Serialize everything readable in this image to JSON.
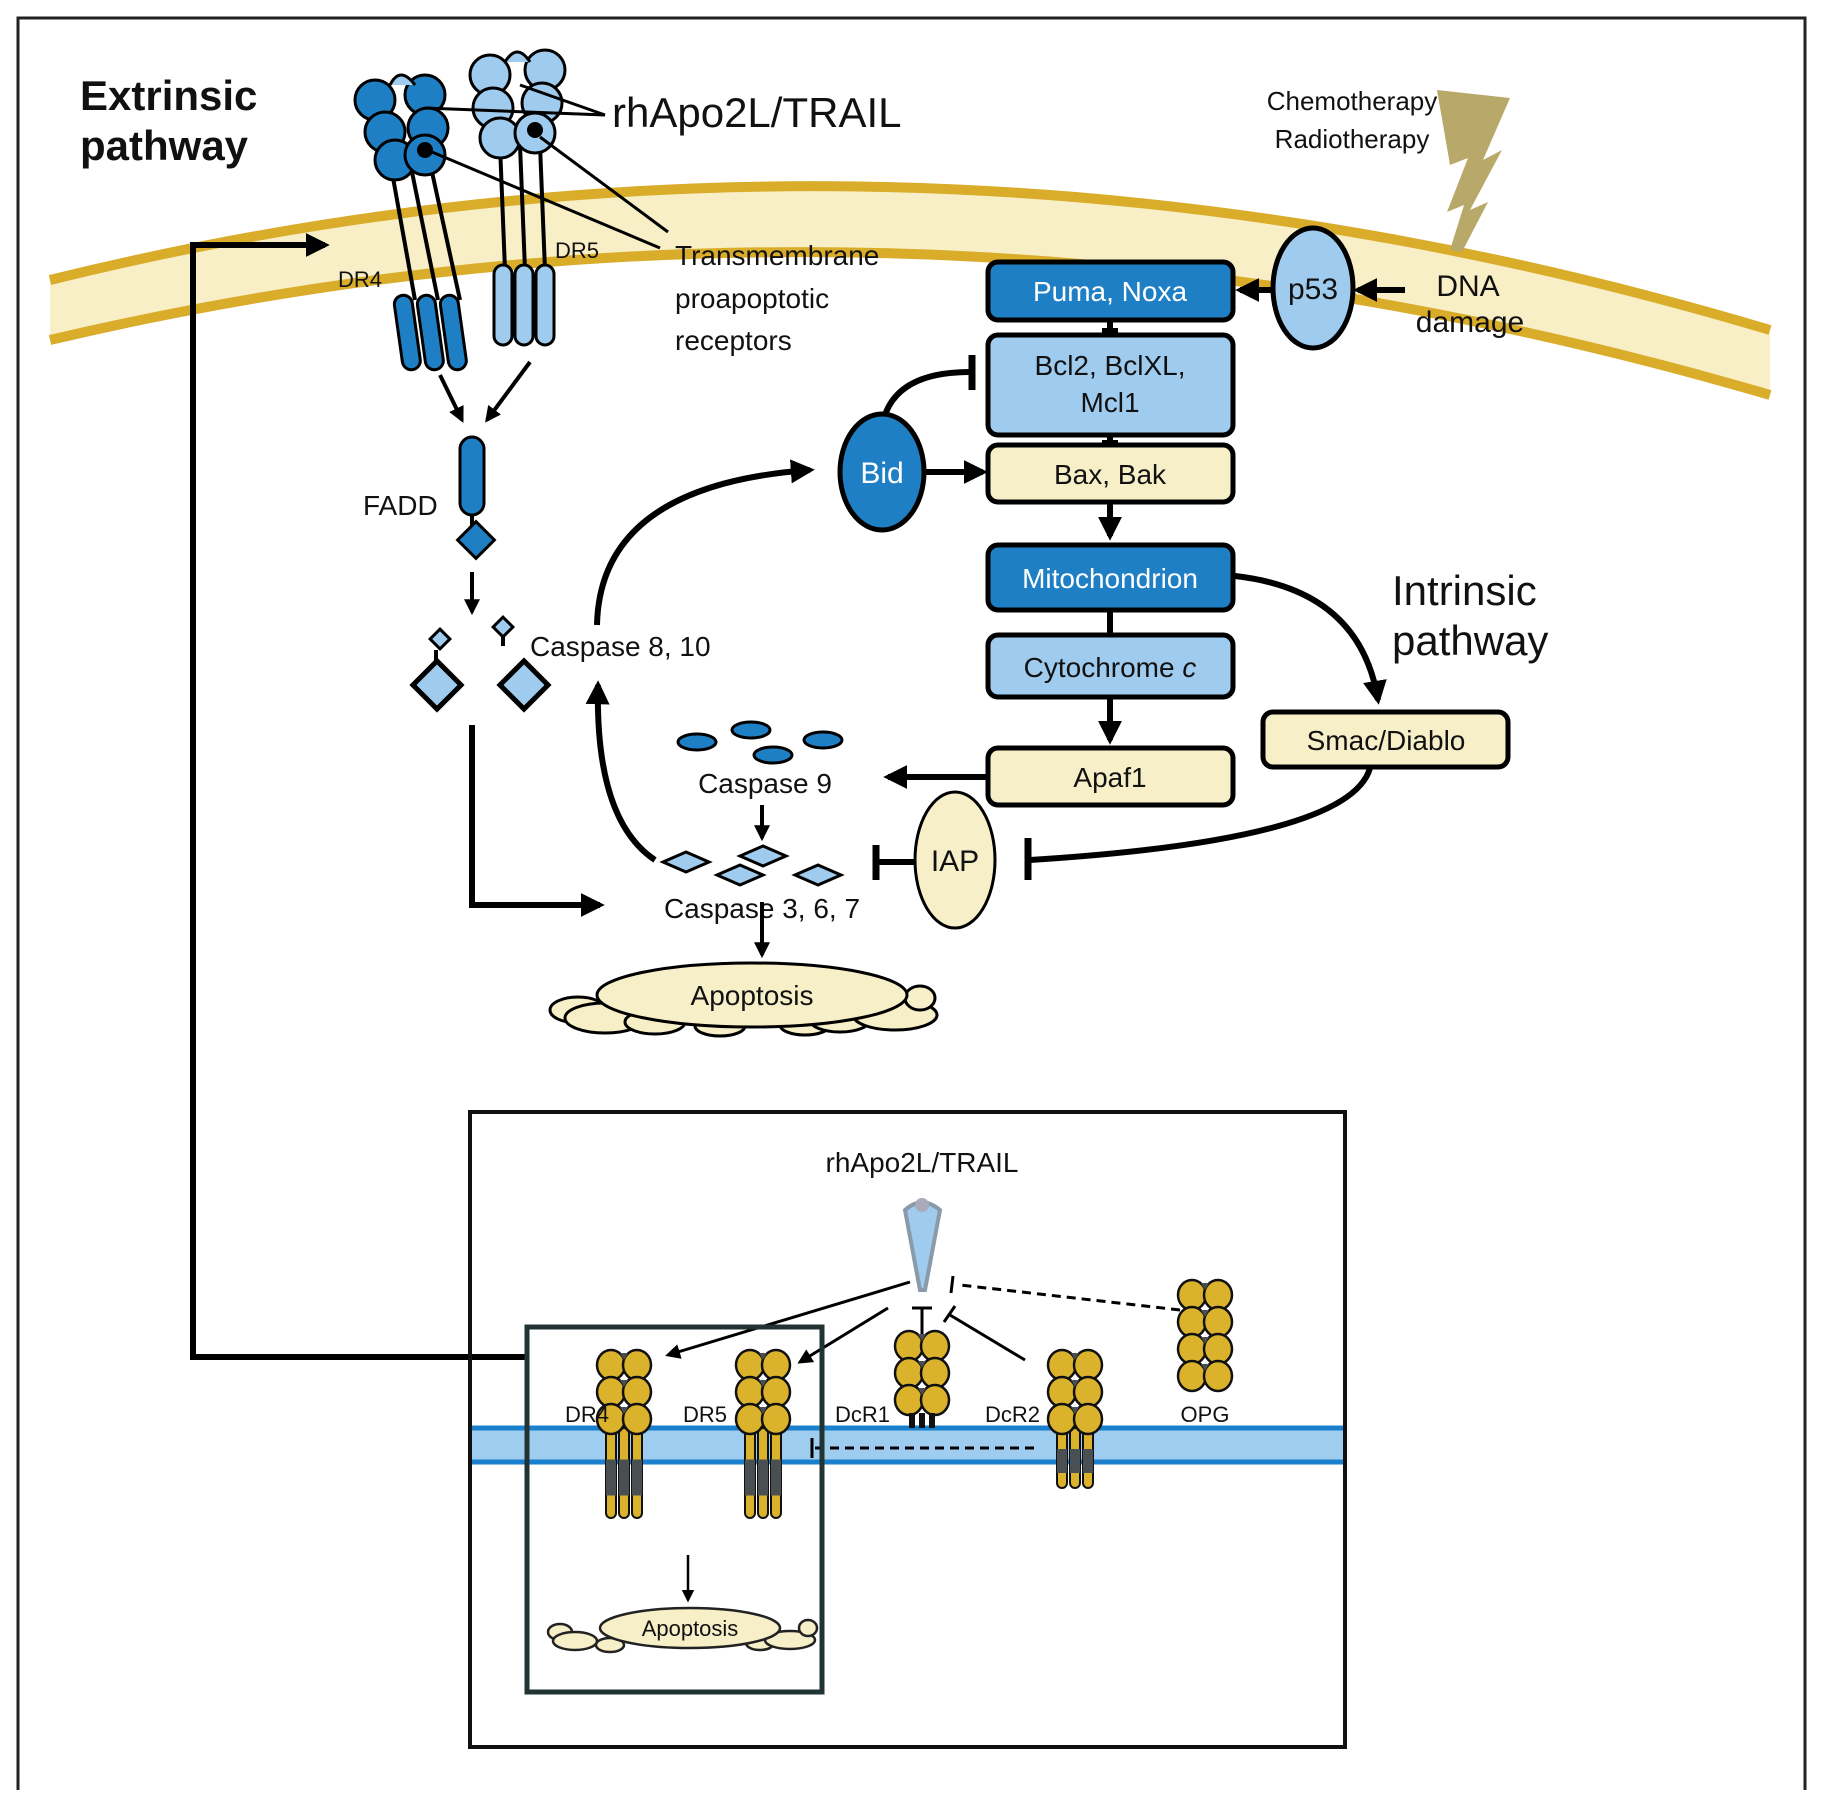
{
  "colors": {
    "dark_blue": "#1f7fc4",
    "light_blue": "#9fcbee",
    "cream": "#f7efc8",
    "membrane_gold": "#d9ac2a",
    "membrane_fill": "#f8efc6",
    "receptor_yellow": "#dbb22c",
    "cell_membrane_blue": "#1a7fcc",
    "cell_membrane_fill": "#9fcdf0",
    "lightning": "#b8a96a"
  },
  "labels": {
    "extrinsic_line1": "Extrinsic",
    "extrinsic_line2": "pathway",
    "ligand": "rhApo2L/TRAIL",
    "chemo": "Chemotherapy",
    "radio": "Radiotherapy",
    "dr4": "DR4",
    "dr5": "DR5",
    "transmembrane_line1": "Transmembrane",
    "transmembrane_line2": "proapoptotic",
    "transmembrane_line3": "receptors",
    "fadd": "FADD",
    "caspase_8_10": "Caspase 8, 10",
    "caspase_9": "Caspase 9",
    "caspase_3_6_7": "Caspase 3, 6, 7",
    "apoptosis": "Apoptosis",
    "intrinsic_line1": "Intrinsic",
    "intrinsic_line2": "pathway",
    "dna_line1": "DNA",
    "dna_line2": "damage"
  },
  "nodes": {
    "puma_noxa": "Puma, Noxa",
    "bcl2_line1": "Bcl2, BclXL,",
    "bcl2_line2": "Mcl1",
    "bax_bak": "Bax, Bak",
    "mitochondrion": "Mitochondrion",
    "cytochrome": "Cytochrome ",
    "cytochrome_italic": "c",
    "apaf1": "Apaf1",
    "smac_diablo": "Smac/Diablo",
    "p53": "p53",
    "bid": "Bid",
    "iap": "IAP"
  },
  "inset": {
    "title": "rhApo2L/TRAIL",
    "dr4": "DR4",
    "dr5": "DR5",
    "dcr1": "DcR1",
    "dcr2": "DcR2",
    "opg": "OPG",
    "apoptosis": "Apoptosis"
  }
}
